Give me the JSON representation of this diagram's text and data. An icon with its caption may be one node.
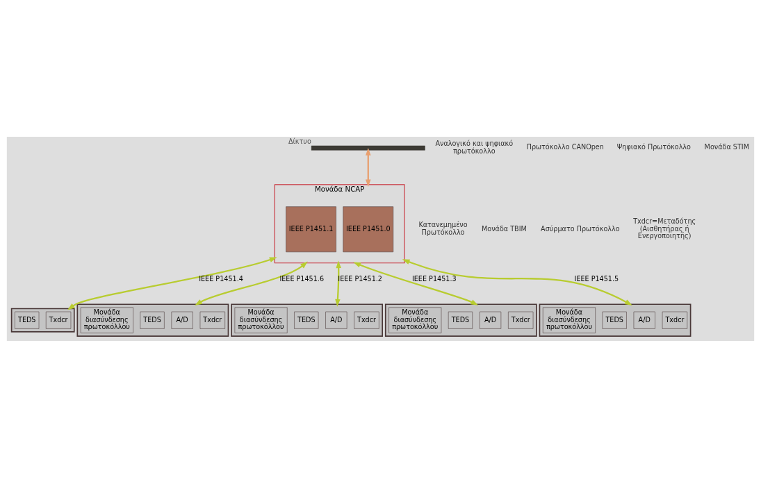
{
  "diagram": {
    "nodes": [
      {
        "text": [
          "Μονάδα NCAP"
        ]
      },
      {
        "text": [
          "IEEE P1451.1"
        ],
        "in": 0
      },
      {
        "text": [
          "IEEE P1451.0"
        ],
        "in": 0
      },
      {
        "text": [
          "Δίκτυο"
        ]
      },
      {
        "text": [],
        "shape": "box"
      },
      {
        "text": [
          "TEDS"
        ],
        "in": 4
      },
      {
        "text": [
          "Txdcr"
        ],
        "in": 4
      },
      {
        "text": [],
        "shape": "box"
      },
      {
        "text": [
          "Μονάδα διασύνδεσης πρωτοκόλλου"
        ],
        "in": 7
      },
      {
        "text": [
          "TEDS"
        ],
        "in": 7
      },
      {
        "text": [
          "A/D"
        ],
        "in": 7
      },
      {
        "text": [
          "Txdcr"
        ],
        "in": 7
      },
      {
        "text": [],
        "shape": "box"
      },
      {
        "text": [
          "Μονάδα διασύνδεσης πρωτοκόλλου"
        ],
        "in": 12
      },
      {
        "text": [
          "TEDS"
        ],
        "in": 12
      },
      {
        "text": [
          "A/D"
        ],
        "in": 12
      },
      {
        "text": [
          "Txdcr"
        ],
        "in": 12
      },
      {
        "text": [],
        "shape": "box"
      },
      {
        "text": [
          "Μονάδα διασύνδεσης πρωτοκόλλου"
        ],
        "in": 17
      },
      {
        "text": [
          "TEDS"
        ],
        "in": 17
      },
      {
        "text": [
          "A/D"
        ],
        "in": 17
      },
      {
        "text": [
          "Txdcr"
        ],
        "in": 17
      },
      {
        "text": [],
        "shape": "box"
      },
      {
        "text": [
          "Μονάδα διασύνδεσης πρωτοκόλλου"
        ],
        "in": 22
      },
      {
        "text": [
          "TEDS"
        ],
        "in": 22
      },
      {
        "text": [
          "A/D"
        ],
        "in": 22
      },
      {
        "text": [
          "Txdcr"
        ],
        "in": 22
      }
    ],
    "edges": [
      {
        "from": 3,
        "to": 0,
        "arrow": "both",
        "color": "#e8a070"
      },
      {
        "from": 0,
        "to": 4,
        "arrow": "both",
        "label": "IEEE P1451.4"
      },
      {
        "from": 0,
        "to": 7,
        "arrow": "both",
        "label": "IEEE P1451.6"
      },
      {
        "from": 0,
        "to": 12,
        "arrow": "both",
        "label": "IEEE P1451.2"
      },
      {
        "from": 0,
        "to": 17,
        "arrow": "both",
        "label": "IEEE P1451.3"
      },
      {
        "from": 0,
        "to": 22,
        "arrow": "both",
        "label": "IEEE P1451.5"
      }
    ],
    "labels": [
      "Αναλογικό και ψηφιακό πρωτόκολλο",
      "Πρωτόκολλο CANOpen",
      "Ψηφιακό Πρωτόκολλο",
      "Μονάδα STIM",
      "Κατανεμημένο Πρωτόκολλο",
      "Μονάδα TBIM",
      "Ασύρματο Πρωτόκολλο",
      "Txdcr=Μεταδότης (Αισθητήρας ή Ενεργοποιητής)"
    ]
  }
}
